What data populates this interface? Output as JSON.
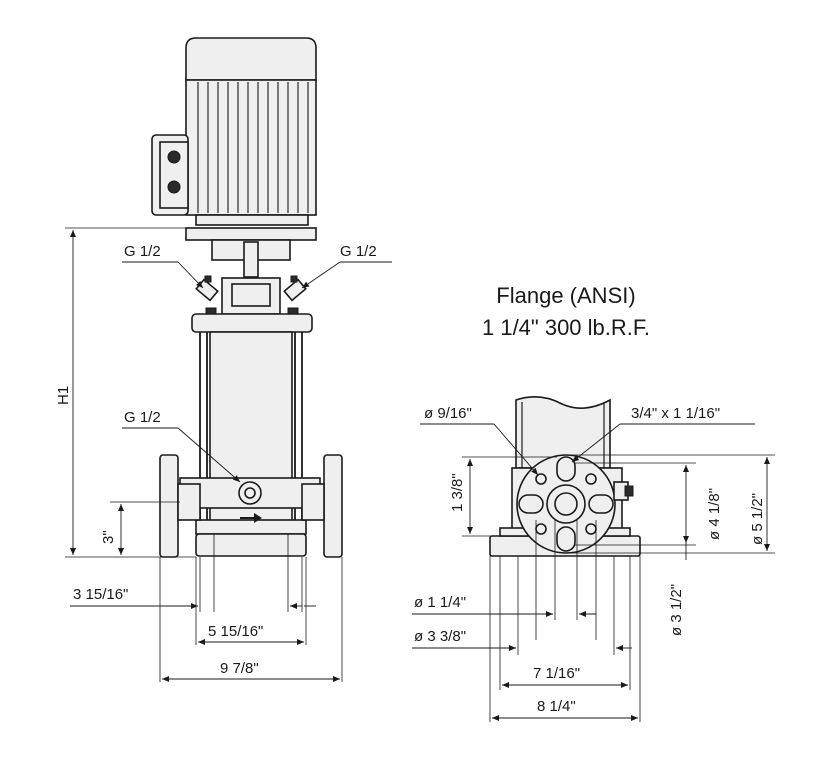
{
  "title": {
    "line1": "Flange (ANSI)",
    "line2": "1 1/4\" 300 lb.R.F."
  },
  "side_view": {
    "port_left": "G 1/2",
    "port_right": "G 1/2",
    "port_drain": "G 1/2",
    "height_label": "H1",
    "base_height": "3\"",
    "dim_inner": "3 15/16\"",
    "dim_mid": "5 15/16\"",
    "dim_total": "9 7/8\""
  },
  "flange_view": {
    "bolt_hole": "ø 9/16\"",
    "slot": "3/4\" x 1 1/16\"",
    "height": "1 3/8\"",
    "dia_4_1_8": "ø 4 1/8\"",
    "dia_5_1_2": "ø 5 1/2\"",
    "dia_3_1_2": "ø 3 1/2\"",
    "dia_1_1_4": "ø 1 1/4\"",
    "dia_3_3_8": "ø 3 3/8\"",
    "width_inner": "7 1/16\"",
    "width_total": "8 1/4\""
  }
}
